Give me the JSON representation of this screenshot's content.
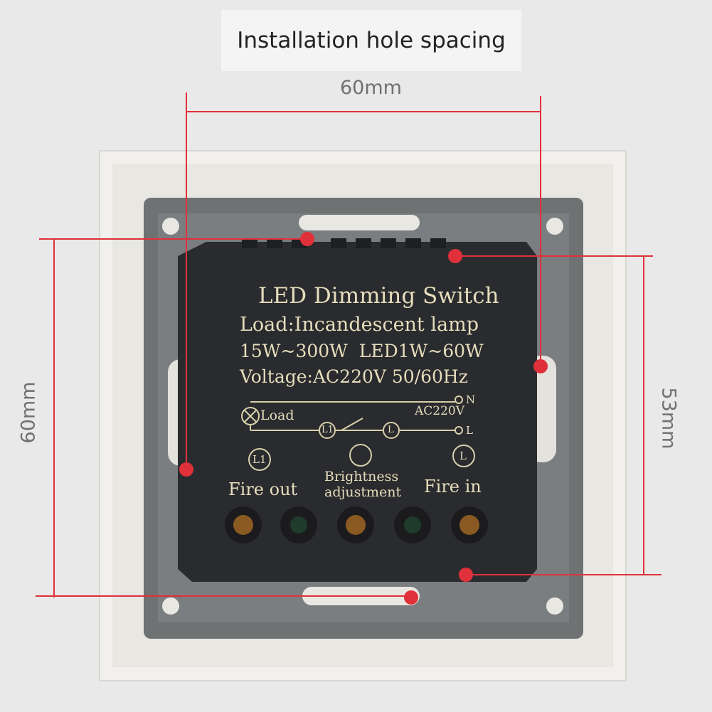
{
  "title": "Installation hole spacing",
  "dimensions": {
    "horizontal": "60mm",
    "vertical_left": "60mm",
    "vertical_right": "53mm"
  },
  "device": {
    "heading": "LED Dimming Switch",
    "load_line": "Load:Incandescent lamp",
    "power_line": "15W~300W  LED1W~60W",
    "voltage_line": "Voltage:AC220V 50/60Hz",
    "diagram": {
      "load": "Load",
      "supply": "AC220V",
      "n": "N",
      "l": "L",
      "l1_mark": "L1",
      "l_mark": "L"
    },
    "terminals": {
      "l1": "L1",
      "l": "L",
      "fire_out": "Fire out",
      "brightness_1": "Brightness",
      "brightness_2": "adjustment",
      "fire_in": "Fire in"
    }
  },
  "colors": {
    "marker_red": "#e0313a",
    "plate_white": "#f1f0ec",
    "frame_gray": "#6f7273",
    "module_black": "#2a2b2e",
    "label_cream": "#e6ddbc"
  }
}
